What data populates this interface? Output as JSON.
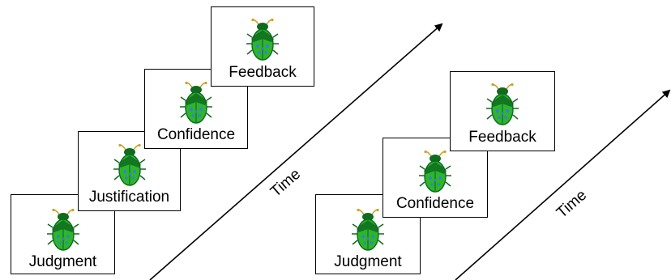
{
  "diagrams": [
    {
      "stages": [
        "Judgment",
        "Justification",
        "Confidence",
        "Feedback"
      ],
      "axis_label": "Time"
    },
    {
      "stages": [
        "Judgment",
        "Confidence",
        "Feedback"
      ],
      "axis_label": "Time"
    }
  ],
  "icon": "beetle-icon",
  "colors": {
    "beetle_body": "#2db52d",
    "beetle_dark": "#0f6b1f",
    "beetle_spots": "#3a7fd1",
    "antenna": "#c9a227"
  }
}
